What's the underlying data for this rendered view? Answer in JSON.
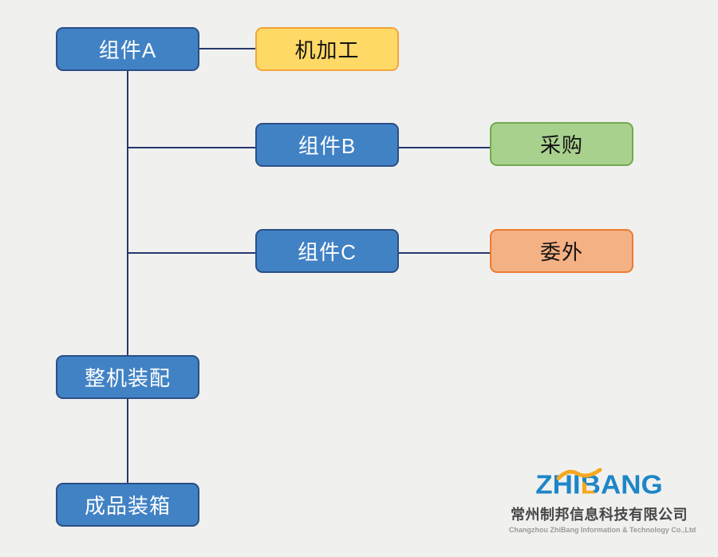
{
  "diagram": {
    "background_color": "#f0f0ef",
    "connector_color": "#26386b",
    "palette": {
      "component_fill": "#4182c4",
      "component_border": "#2b4f86",
      "component_text": "#ffffff",
      "machining_fill": "#ffd966",
      "machining_border": "#f1a43b",
      "purchasing_fill": "#a9d18e",
      "purchasing_border": "#73aa4e",
      "outsourcing_fill": "#f4b183",
      "outsourcing_border": "#ec7c30",
      "process_text": "#141414"
    },
    "nodes": [
      {
        "label": "组件A",
        "role": "component"
      },
      {
        "label": "机加工",
        "role": "process-machining"
      },
      {
        "label": "组件B",
        "role": "component"
      },
      {
        "label": "采购",
        "role": "process-purchasing"
      },
      {
        "label": "组件C",
        "role": "component"
      },
      {
        "label": "委外",
        "role": "process-outsourcing"
      },
      {
        "label": "整机装配",
        "role": "final-assembly"
      },
      {
        "label": "成品装箱",
        "role": "finished-packing"
      }
    ],
    "edges": [
      {
        "from": "组件A",
        "to": "机加工"
      },
      {
        "from": "组件A",
        "to": "组件B"
      },
      {
        "from": "组件B",
        "to": "采购"
      },
      {
        "from": "组件A",
        "to": "组件C"
      },
      {
        "from": "组件C",
        "to": "委外"
      },
      {
        "from": "组件A",
        "to": "整机装配"
      },
      {
        "from": "整机装配",
        "to": "成品装箱"
      }
    ]
  },
  "logo": {
    "wordmark_part1": "ZHI",
    "wordmark_part2": "B",
    "wordmark_part3": "ANG",
    "company_cn": "常州制邦信息科技有限公司",
    "company_en": "Changzhou ZhiBang Information & Technology Co.,Ltd",
    "blue": "#1d86c8",
    "orange": "#f6a81c"
  }
}
